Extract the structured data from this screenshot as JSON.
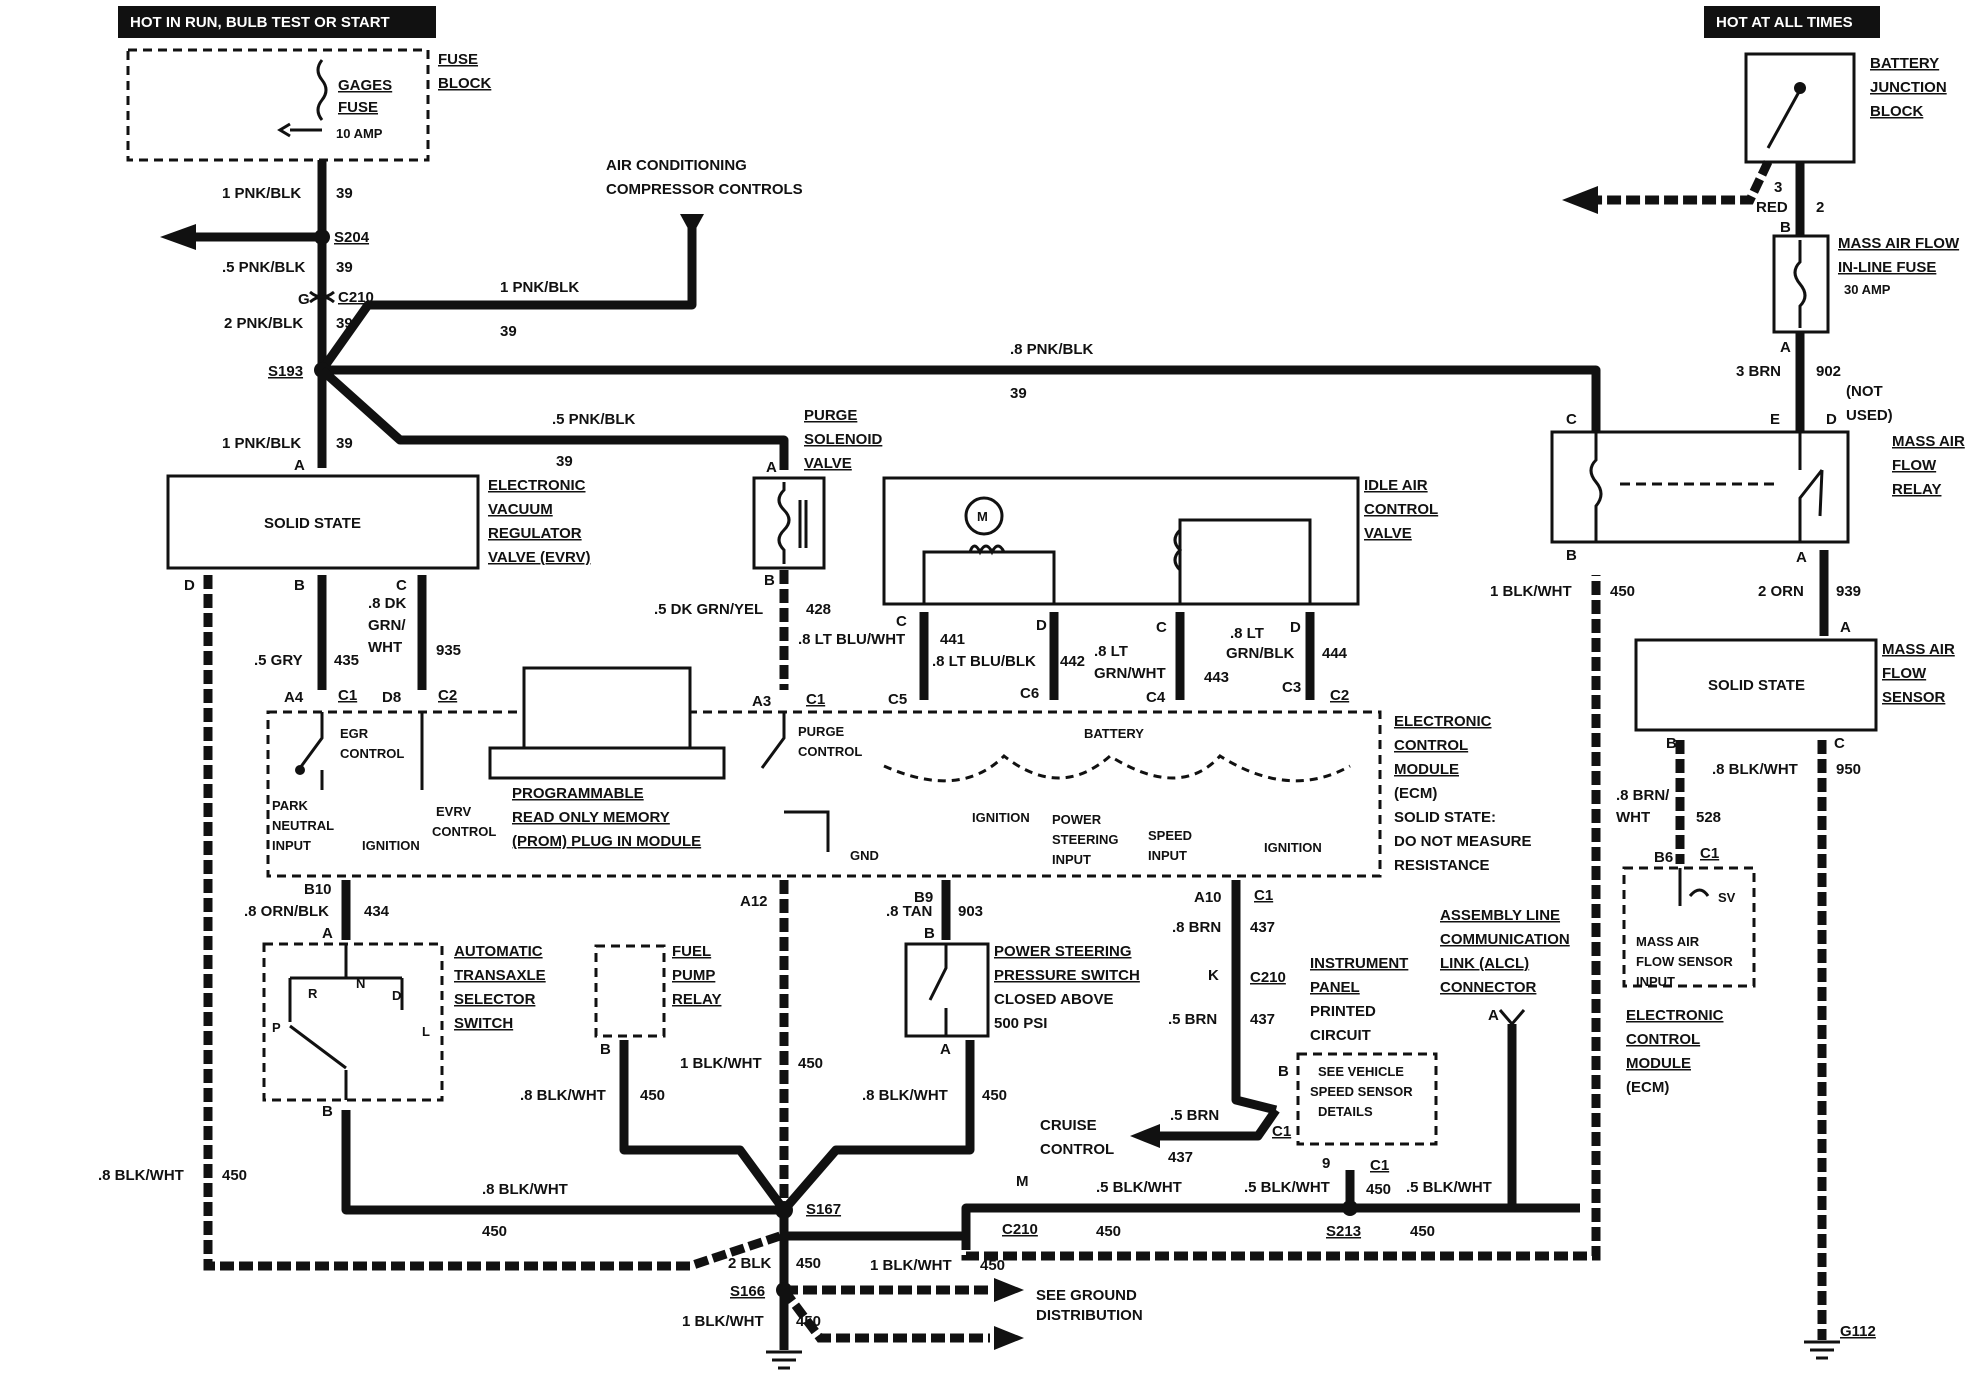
{
  "power": {
    "hot_run": "HOT IN RUN, BULB TEST OR START",
    "hot_all": "HOT AT ALL TIMES"
  },
  "fuse_block": {
    "title": [
      "FUSE",
      "BLOCK"
    ],
    "fuse": [
      "GAGES",
      "FUSE"
    ],
    "rating": "10 AMP"
  },
  "battery_junction": [
    "BATTERY",
    "JUNCTION",
    "BLOCK"
  ],
  "ac": [
    "AIR CONDITIONING",
    "COMPRESSOR CONTROLS"
  ],
  "maf_fuse": {
    "title": [
      "MASS AIR FLOW",
      "IN-LINE FUSE"
    ],
    "rating": "30 AMP"
  },
  "maf_relay": [
    "MASS AIR",
    "FLOW",
    "RELAY"
  ],
  "maf_sensor": {
    "box": "SOLID STATE",
    "label": [
      "MASS AIR",
      "FLOW",
      "SENSOR"
    ]
  },
  "not_used": [
    "(NOT",
    "USED)"
  ],
  "evrv": {
    "box": "SOLID STATE",
    "label": [
      "ELECTRONIC",
      "VACUUM",
      "REGULATOR",
      "VALVE (EVRV)"
    ]
  },
  "purge": [
    "PURGE",
    "SOLENOID",
    "VALVE"
  ],
  "iac": [
    "IDLE AIR",
    "CONTROL",
    "VALVE"
  ],
  "ecm": {
    "label": [
      "ELECTRONIC",
      "CONTROL",
      "MODULE",
      "(ECM)"
    ],
    "note": [
      "SOLID STATE:",
      "DO NOT MEASURE",
      "RESISTANCE"
    ],
    "egr": [
      "EGR",
      "CONTROL"
    ],
    "purge_ctrl": [
      "PURGE",
      "CONTROL"
    ],
    "battery": "BATTERY",
    "prom": [
      "PROGRAMMABLE",
      "READ ONLY MEMORY",
      "(PROM) PLUG IN MODULE"
    ],
    "park": [
      "PARK",
      "NEUTRAL",
      "INPUT"
    ],
    "ignition": "IGNITION",
    "evrv_ctrl": [
      "EVRV",
      "CONTROL"
    ],
    "gnd": "GND",
    "ps_input": [
      "POWER",
      "STEERING",
      "INPUT"
    ],
    "speed_input": [
      "SPEED",
      "INPUT"
    ]
  },
  "trans_switch": {
    "label": [
      "AUTOMATIC",
      "TRANSAXLE",
      "SELECTOR",
      "SWITCH"
    ],
    "positions": [
      "R",
      "N",
      "D",
      "P",
      "L"
    ]
  },
  "fuel_pump": [
    "FUEL",
    "PUMP",
    "RELAY"
  ],
  "ps_switch": [
    "POWER STEERING",
    "PRESSURE SWITCH",
    "CLOSED ABOVE",
    "500 PSI"
  ],
  "ip": [
    "INSTRUMENT",
    "PANEL",
    "PRINTED",
    "CIRCUIT"
  ],
  "vss": [
    "SEE VEHICLE",
    "SPEED SENSOR",
    "DETAILS"
  ],
  "alcl": [
    "ASSEMBLY LINE",
    "COMMUNICATION",
    "LINK (ALCL)",
    "CONNECTOR"
  ],
  "cruise": [
    "CRUISE",
    "CONTROL"
  ],
  "maf_ecm": {
    "box": [
      "MASS AIR",
      "FLOW SENSOR",
      "INPUT"
    ],
    "sv": "SV",
    "label": [
      "ELECTRONIC",
      "CONTROL",
      "MODULE",
      "(ECM)"
    ]
  },
  "ground_dist": [
    "SEE GROUND",
    "DISTRIBUTION"
  ],
  "splices": [
    "S204",
    "S193",
    "S167",
    "S166",
    "S213"
  ],
  "grounds": [
    "G112"
  ],
  "connectors": [
    "C210",
    "C1",
    "C2",
    "C1",
    "C210",
    "C1",
    "C210",
    "C1"
  ],
  "pins": [
    "G",
    "A",
    "B",
    "C",
    "D",
    "A4",
    "D8",
    "A3",
    "C5",
    "C6",
    "C4",
    "C3",
    "B10",
    "A12",
    "B9",
    "A10",
    "K",
    "M",
    "9",
    "B6",
    "E",
    "3",
    "2",
    "B",
    "A",
    "B",
    "C",
    "A",
    "B",
    "A",
    "B",
    "C",
    "D",
    "A",
    "B",
    "A",
    "B",
    "A",
    "A",
    "B",
    "B",
    "C1"
  ],
  "wires": [
    {
      "label": "1 PNK/BLK",
      "circuit": "39"
    },
    {
      "label": ".5 PNK/BLK",
      "circuit": "39"
    },
    {
      "label": "2 PNK/BLK",
      "circuit": "39"
    },
    {
      "label": "1 PNK/BLK",
      "circuit": "39"
    },
    {
      "label": "1 PNK/BLK",
      "circuit": "39"
    },
    {
      "label": ".8 PNK/BLK",
      "circuit": "39"
    },
    {
      "label": ".5 PNK/BLK",
      "circuit": "39"
    },
    {
      "label": ".5 GRY",
      "circuit": "435"
    },
    {
      "label": ".8 DK GRN/ WHT",
      "circuit": "935"
    },
    {
      "label": ".5 DK GRN/YEL",
      "circuit": "428"
    },
    {
      "label": ".8 LT BLU/WHT",
      "circuit": "441"
    },
    {
      "label": ".8 LT BLU/BLK",
      "circuit": "442"
    },
    {
      "label": ".8 LT GRN/WHT",
      "circuit": "443"
    },
    {
      "label": ".8 LT GRN/BLK",
      "circuit": "444"
    },
    {
      "label": ".8 ORN/BLK",
      "circuit": "434"
    },
    {
      "label": ".8 TAN",
      "circuit": "903"
    },
    {
      "label": ".8 BRN",
      "circuit": "437"
    },
    {
      "label": ".5 BRN",
      "circuit": "437"
    },
    {
      "label": ".5 BRN",
      "circuit": "437"
    },
    {
      "label": "1 BLK/WHT",
      "circuit": "450"
    },
    {
      "label": ".8 BLK/WHT",
      "circuit": "450"
    },
    {
      "label": ".8 BLK/WHT",
      "circuit": "450"
    },
    {
      "label": ".8 BLK/WHT",
      "circuit": "450"
    },
    {
      "label": ".8 BLK/WHT",
      "circuit": "450"
    },
    {
      "label": "2 BLK",
      "circuit": "450"
    },
    {
      "label": "1 BLK/WHT",
      "circuit": "450"
    },
    {
      "label": "1 BLK/WHT",
      "circuit": "450"
    },
    {
      "label": ".5 BLK/WHT",
      "circuit": "450"
    },
    {
      "label": ".5 BLK/WHT",
      "circuit": "450"
    },
    {
      "label": ".5 BLK/WHT",
      "circuit": "450"
    },
    {
      "label": "1 BLK/WHT",
      "circuit": "450"
    },
    {
      "label": "3 RED",
      "circuit": "2"
    },
    {
      "label": "3 BRN",
      "circuit": "902"
    },
    {
      "label": "2 ORN",
      "circuit": "939"
    },
    {
      "label": ".8 BLK/WHT",
      "circuit": "950"
    },
    {
      "label": ".8 BRN/ WHT",
      "circuit": "528"
    },
    {
      "label": ".8 BLK/WHT",
      "circuit": "450"
    }
  ]
}
